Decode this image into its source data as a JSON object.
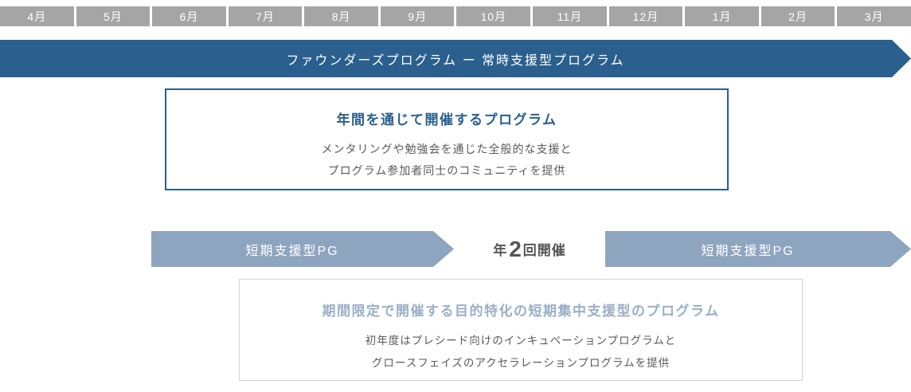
{
  "months": [
    "4月",
    "5月",
    "6月",
    "7月",
    "8月",
    "9月",
    "10月",
    "11月",
    "12月",
    "1月",
    "2月",
    "3月"
  ],
  "banner": {
    "label": "ファウンダーズプログラム ー 常時支援型プログラム"
  },
  "annual_box": {
    "title": "年間を通じて開催するプログラム",
    "desc_line1": "メンタリングや勉強会を通じた全般的な支援と",
    "desc_line2": "プログラム参加者同士のコミュニティを提供"
  },
  "short_arrows": {
    "left_label": "短期支援型PG",
    "right_label": "短期支援型PG",
    "frequency_prefix": "年",
    "frequency_number": "2",
    "frequency_suffix": "回開催"
  },
  "short_box": {
    "title": "期間限定で開催する目的特化の短期集中支援型のプログラム",
    "desc_line1": "初年度はプレシード向けのインキュベーションプログラムと",
    "desc_line2": "グロースフェイズのアクセラレーションプログラムを提供"
  },
  "colors": {
    "month_bg": "#a5a5a5",
    "dark_blue": "#2a5f8e",
    "light_blue": "#8da5bf",
    "text_gray": "#595959",
    "box2_border": "#ccd4dc",
    "box2_title": "#9ab0c7"
  }
}
